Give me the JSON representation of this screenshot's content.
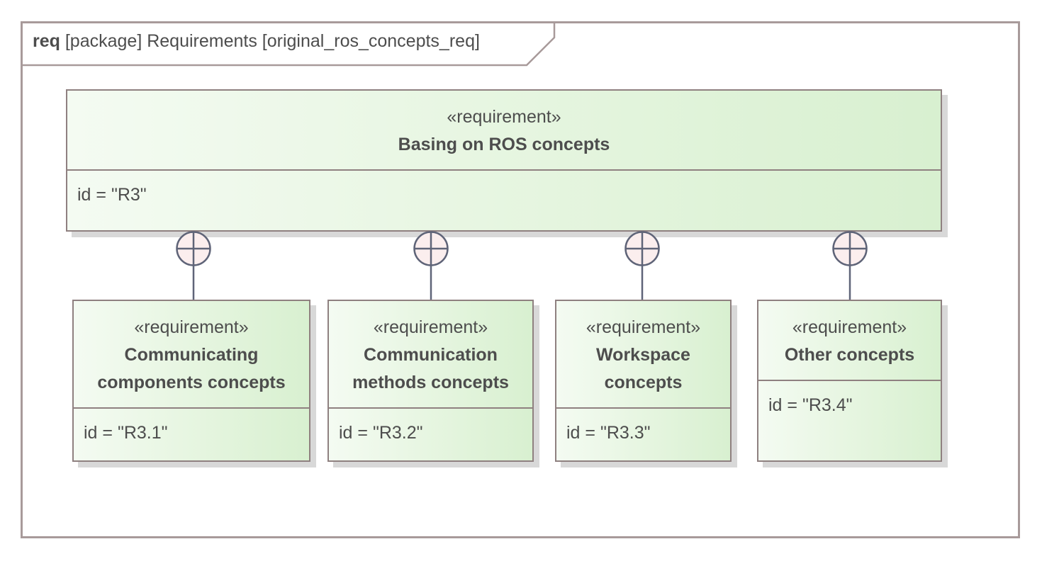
{
  "frame": {
    "keyword": "req",
    "label": "[package] Requirements [original_ros_concepts_req]"
  },
  "parent": {
    "stereotype": "«requirement»",
    "name": "Basing on ROS concepts",
    "attribute": "id = \"R3\""
  },
  "children": [
    {
      "stereotype": "«requirement»",
      "name_line1": "Communicating",
      "name_line2": "components concepts",
      "attribute": "id = \"R3.1\""
    },
    {
      "stereotype": "«requirement»",
      "name_line1": "Communication",
      "name_line2": "methods concepts",
      "attribute": "id = \"R3.2\""
    },
    {
      "stereotype": "«requirement»",
      "name_line1": "Workspace",
      "name_line2": "concepts",
      "attribute": "id = \"R3.3\""
    },
    {
      "stereotype": "«requirement»",
      "name_line1": "Other concepts",
      "name_line2": "",
      "attribute": "id = \"R3.4\""
    }
  ],
  "colors": {
    "border": "#8f8080",
    "fill_start": "#f4fbf2",
    "fill_end": "#d8f0d0",
    "connector": "#5f6478",
    "containment_fill": "#fbeeee"
  }
}
